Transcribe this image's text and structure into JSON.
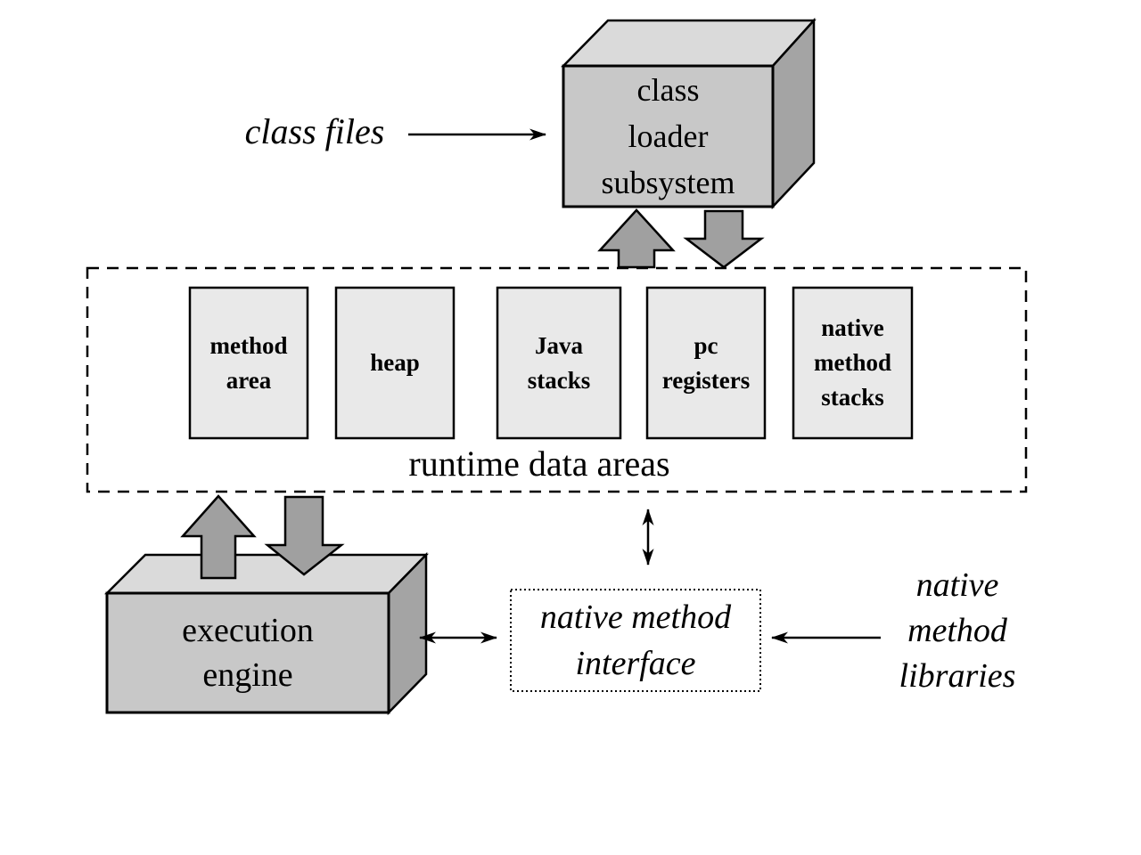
{
  "colors": {
    "background": "#ffffff",
    "box_front": "#c8c8c8",
    "box_top": "#dadada",
    "box_side": "#a4a4a4",
    "inner_box": "#e9e9e9",
    "arrow_fill": "#a0a0a0",
    "line": "#000000"
  },
  "labels": {
    "class_files": "class files",
    "runtime_data_areas": "runtime data areas"
  },
  "class_loader": {
    "lines": [
      "class",
      "loader",
      "subsystem"
    ]
  },
  "runtime_boxes": [
    {
      "lines": [
        "method",
        "area"
      ]
    },
    {
      "lines": [
        "heap"
      ]
    },
    {
      "lines": [
        "Java",
        "stacks"
      ]
    },
    {
      "lines": [
        "pc",
        "registers"
      ]
    },
    {
      "lines": [
        "native",
        "method",
        "stacks"
      ]
    }
  ],
  "execution_engine": {
    "lines": [
      "execution",
      "engine"
    ]
  },
  "native_method_interface": {
    "lines": [
      "native method",
      "interface"
    ]
  },
  "native_method_libraries": {
    "lines": [
      "native",
      "method",
      "libraries"
    ]
  }
}
